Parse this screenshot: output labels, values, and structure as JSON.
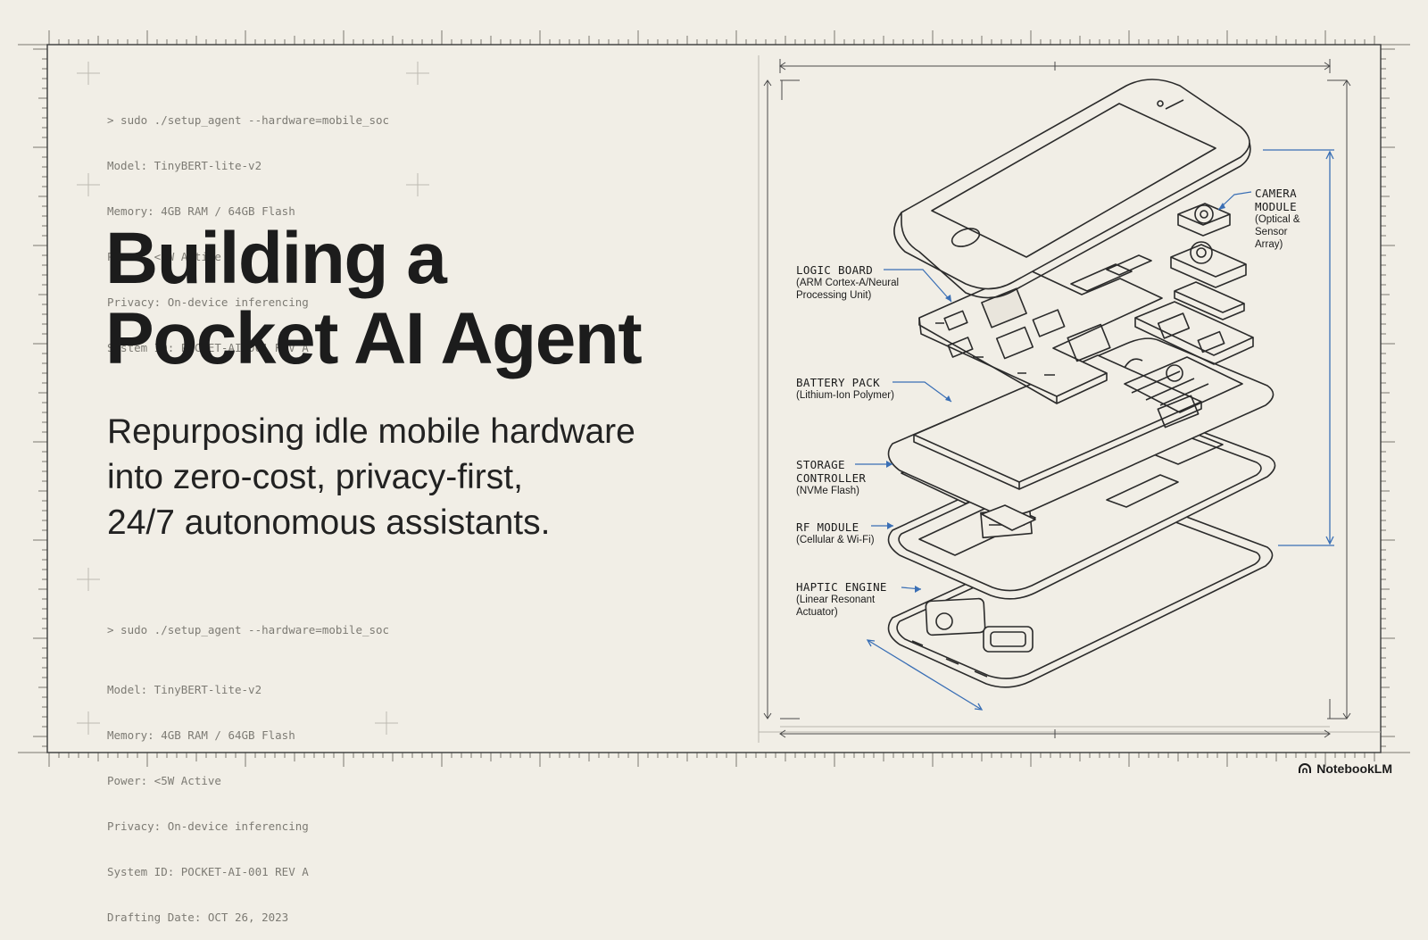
{
  "terminal_top": {
    "prompt": "> sudo ./setup_agent --hardware=mobile_soc",
    "lines": [
      "Model: TinyBERT-lite-v2",
      "Memory: 4GB RAM / 64GB Flash",
      "Power: <5W Active",
      "Privacy: On-device inferencing",
      "System ID: POCKET-AI-001 REV A"
    ]
  },
  "title": {
    "line1": "Building a",
    "line2": "Pocket AI Agent"
  },
  "subtitle": {
    "line1": "Repurposing idle mobile hardware",
    "line2": "into zero-cost, privacy-first,",
    "line3": "24/7 autonomous assistants."
  },
  "terminal_bottom": {
    "prompt": "> sudo ./setup_agent --hardware=mobile_soc",
    "lines": [
      "Model: TinyBERT-lite-v2",
      "Memory: 4GB RAM / 64GB Flash",
      "Power: <5W Active",
      "Privacy: On-device inferencing",
      "System ID: POCKET-AI-001 REV A",
      "Drafting Date: OCT 26, 2023"
    ]
  },
  "callouts": {
    "camera": {
      "name1": "CAMERA",
      "name2": "MODULE",
      "desc1": "(Optical &",
      "desc2": "Sensor",
      "desc3": "Array)"
    },
    "logic": {
      "name": "LOGIC BOARD",
      "desc1": "(ARM Cortex-A/Neural",
      "desc2": "Processing Unit)"
    },
    "battery": {
      "name": "BATTERY PACK",
      "desc1": "(Lithium-Ion Polymer)"
    },
    "storage": {
      "name1": "STORAGE",
      "name2": "CONTROLLER",
      "desc1": "(NVMe Flash)"
    },
    "rf": {
      "name": "RF MODULE",
      "desc1": "(Cellular & Wi-Fi)"
    },
    "haptic": {
      "name": "HAPTIC ENGINE",
      "desc1": "(Linear Resonant",
      "desc2": "Actuator)"
    }
  },
  "brand": {
    "label": "NotebookLM",
    "icon": "notebooklm-logo-icon"
  },
  "colors": {
    "background": "#f1eee6",
    "ink": "#1e1e1e",
    "blueprint_blue": "#3a6fb5",
    "muted": "#7d7b74"
  }
}
